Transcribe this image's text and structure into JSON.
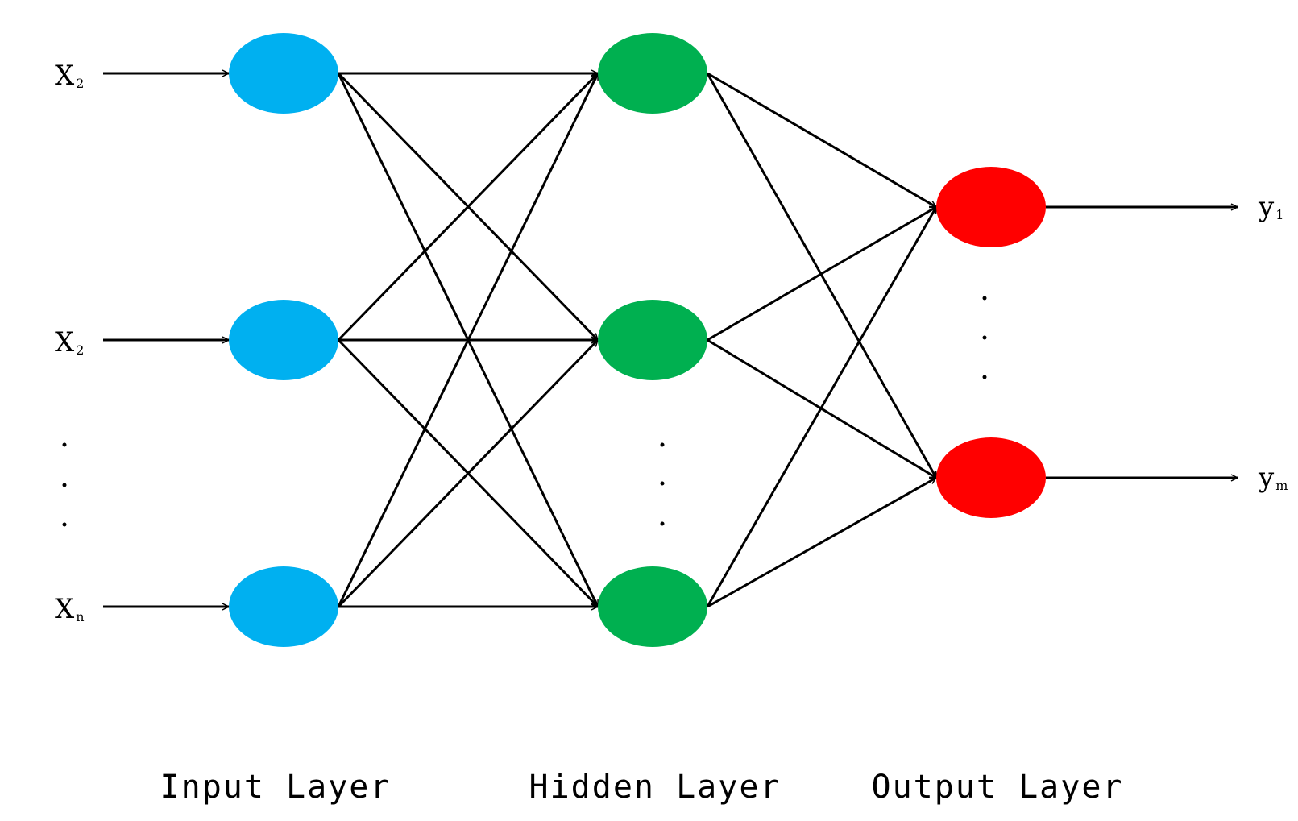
{
  "inputs": [
    {
      "base": "X",
      "sub": "2"
    },
    {
      "base": "X",
      "sub": "2"
    },
    {
      "base": "X",
      "sub": "n"
    }
  ],
  "outputs": [
    {
      "base": "y",
      "sub": "1"
    },
    {
      "base": "y",
      "sub": "m"
    }
  ],
  "layers": {
    "input": {
      "label": "Input Layer",
      "color": "#00b0f0"
    },
    "hidden": {
      "label": "Hidden Layer",
      "color": "#00b050"
    },
    "output": {
      "label": "Output Layer",
      "color": "#ff0000"
    }
  },
  "edge_color": "#000000"
}
